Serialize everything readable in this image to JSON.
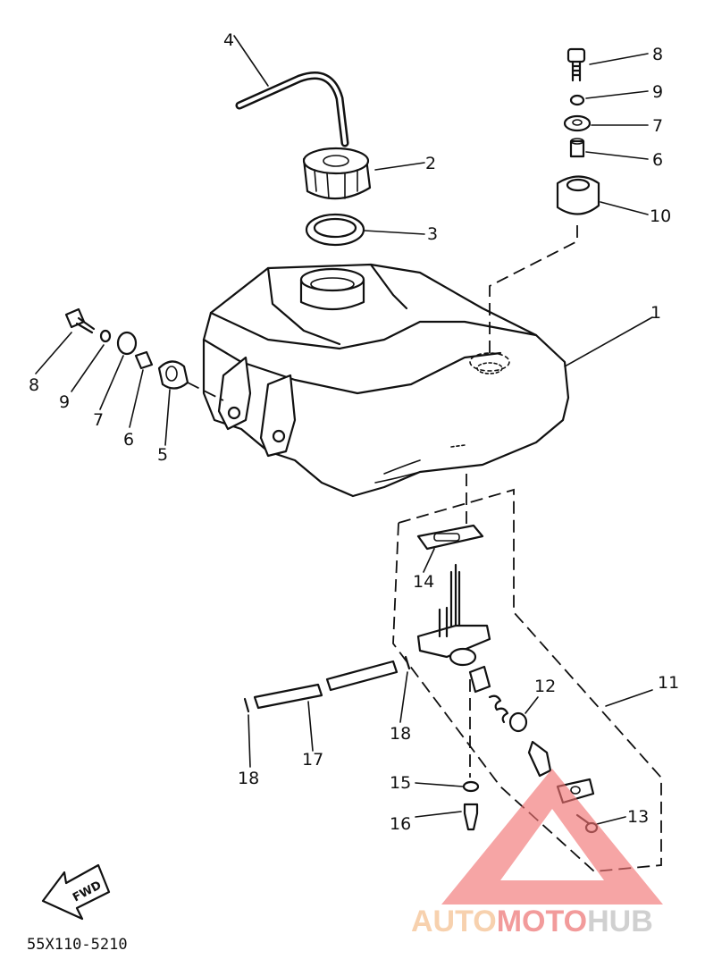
{
  "diagram": {
    "callouts": {
      "c1": "1",
      "c2": "2",
      "c3": "3",
      "c4": "4",
      "c5": "5",
      "c6a": "6",
      "c6b": "6",
      "c7a": "7",
      "c7b": "7",
      "c8a": "8",
      "c8b": "8",
      "c9a": "9",
      "c9b": "9",
      "c10": "10",
      "c11": "11",
      "c12": "12",
      "c13": "13",
      "c14": "14",
      "c15": "15",
      "c16": "16",
      "c17": "17",
      "c18a": "18",
      "c18b": "18"
    },
    "fwd_arrow": "FWD",
    "drawing_code": "55X110-5210"
  },
  "watermark": {
    "word_1": "AUTO",
    "word_2": "MOTO",
    "word_3": "HUB",
    "color_auto": "#f6c9a0",
    "color_moto": "#f08a8a",
    "color_hub": "#c8c8c8",
    "triangle_color": "#f27272"
  }
}
